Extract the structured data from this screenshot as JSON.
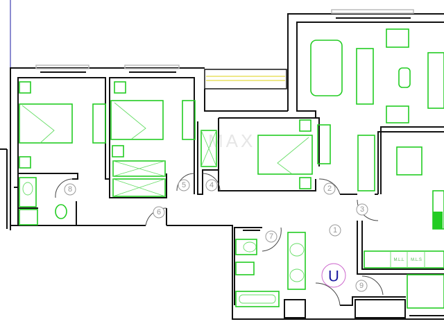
{
  "plan": {
    "room_numbers": [
      "1",
      "2",
      "3",
      "4",
      "5",
      "6",
      "7",
      "8",
      "9"
    ],
    "entrance_marker": "U",
    "appliance_labels": [
      "M.L.L",
      "M.L.S"
    ],
    "watermark": "MAX"
  },
  "colors": {
    "walls": "#111111",
    "furniture": "#22cc22",
    "room_numbers": "#999999",
    "entrance_marker": "#1a1aa0",
    "entrance_ring": "#cc66cc",
    "grid_line": "#1a1aa0",
    "balcony": "#e8e060"
  }
}
